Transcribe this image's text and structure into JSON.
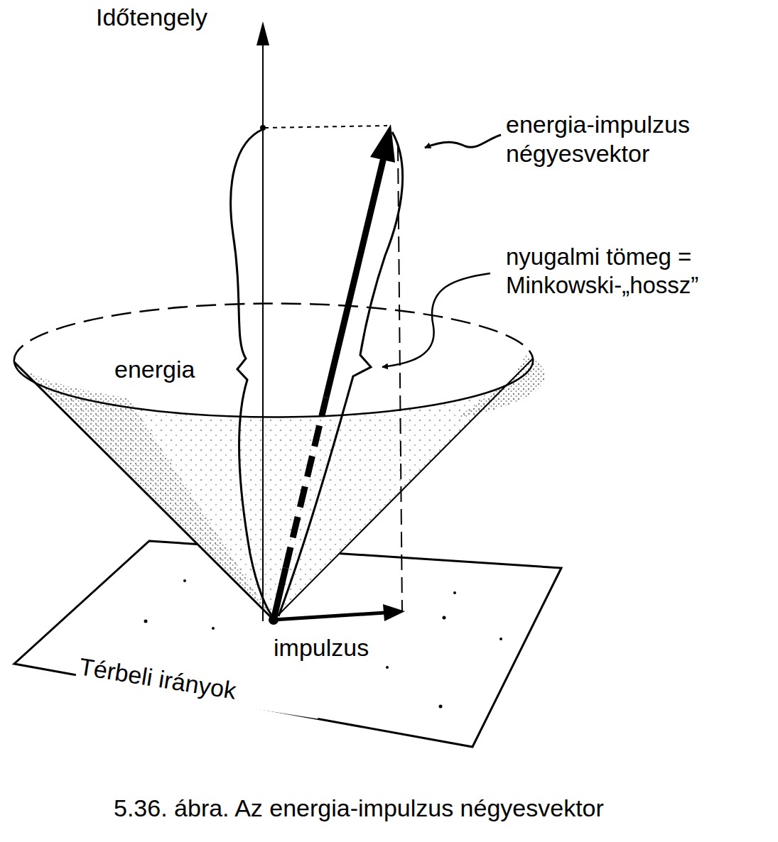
{
  "diagram": {
    "caption": "5.36. ábra. Az energia-impulzus négyesvektor",
    "labels": [
      "Időtengely",
      "energia-impulzus négyesvektor",
      "nyugalmi tömeg = Minkowski-„hossz”",
      "energia",
      "impulzus",
      "Térbeli irányok"
    ]
  }
}
